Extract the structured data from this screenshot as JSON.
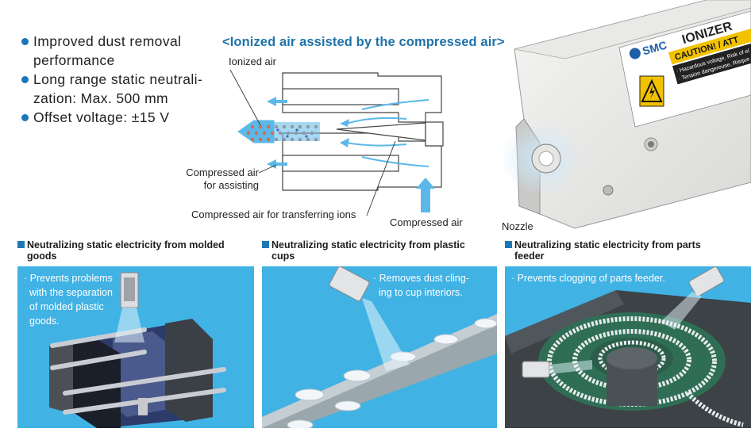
{
  "features": [
    {
      "line1": "Improved dust removal",
      "line2": "performance"
    },
    {
      "line1": "Long range static neutrali-",
      "line2": "zation: Max. 500 mm"
    },
    {
      "line1": "Offset voltage: ±15 V",
      "line2": ""
    }
  ],
  "diagram": {
    "title": "<Ionized air assisted by the compressed air>",
    "labels": {
      "ionized_air": "Ionized air",
      "compressed_assist_1": "Compressed air",
      "compressed_assist_2": "for assisting",
      "transfer": "Compressed air for transferring ions",
      "compressed_air": "Compressed air",
      "nozzle": "Nozzle"
    }
  },
  "device": {
    "brand": "SMC",
    "name": "IONIZER",
    "caution": "CAUTION! / ATT",
    "warn_line1": "· Hazardous voltage, Risk of el",
    "warn_line2": "· Tension dangereuse, Risque"
  },
  "panels": [
    {
      "title_line1": "Neutralizing static electricity from molded",
      "title_line2": "goods",
      "text_lines": [
        "· Prevents problems",
        "with the separation",
        "of molded plastic",
        "goods."
      ]
    },
    {
      "title_line1": "Neutralizing static electricity from plastic",
      "title_line2": "cups",
      "text_lines": [
        "· Removes dust cling-",
        "ing to cup interiors."
      ]
    },
    {
      "title_line1": "Neutralizing static electricity from parts",
      "title_line2": "feeder",
      "text_lines": [
        "· Prevents clogging of parts feeder."
      ]
    }
  ],
  "colors": {
    "accent_blue": "#1e73a8",
    "panel_blue": "#41b2e4",
    "arrow_blue": "#5cb8e8",
    "caution_yellow": "#f2c200"
  },
  "icons": [
    "bullet-dot",
    "hazard-warning-icon",
    "square-marker"
  ]
}
